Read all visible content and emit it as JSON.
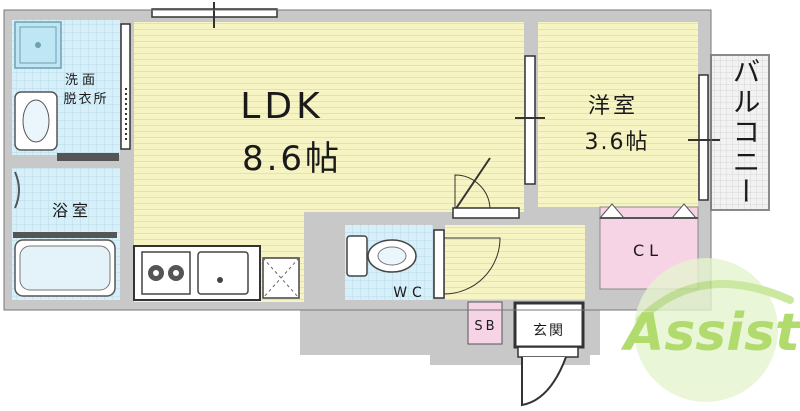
{
  "rooms": {
    "ldk": {
      "name": "LDK",
      "size": "8.6帖"
    },
    "western": {
      "name": "洋室",
      "size": "3.6帖"
    },
    "balcony": {
      "name": "バルコニー"
    },
    "washroom": {
      "line1": "洗面",
      "line2": "脱衣所"
    },
    "bath": {
      "name": "浴室"
    },
    "closet": {
      "name": "CL"
    },
    "toilet": {
      "name": "WC"
    },
    "shoebox": {
      "name": "SB"
    },
    "entrance": {
      "name": "玄関"
    }
  },
  "logo": {
    "text": "Assist"
  },
  "colors": {
    "ldk_floor": "#f7f4c4",
    "wet_area": "#d6eff8",
    "closet": "#f6d4e6",
    "wall": "#c8c8c8",
    "logo": "#9fd34a"
  }
}
